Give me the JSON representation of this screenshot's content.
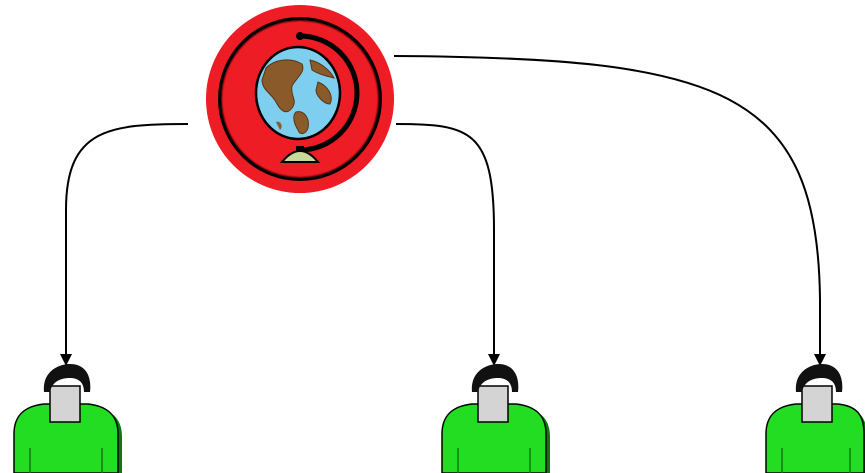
{
  "diagram": {
    "hub": {
      "icon": "globe-icon",
      "ring_color": "#ee1c24",
      "ocean_color": "#7ecfef",
      "land_color": "#8b5a2b"
    },
    "users": [
      {
        "icon": "user-icon"
      },
      {
        "icon": "user-icon"
      },
      {
        "icon": "user-icon"
      }
    ],
    "connectors": [
      {
        "from": "hub",
        "to": "user-1"
      },
      {
        "from": "hub",
        "to": "user-2"
      },
      {
        "from": "hub",
        "to": "user-3"
      }
    ],
    "colors": {
      "shirt": "#22dd22",
      "shirt_shadow": "#0a7a0a",
      "face": "#d4d4d4",
      "hair": "#111111",
      "line": "#000000"
    }
  }
}
